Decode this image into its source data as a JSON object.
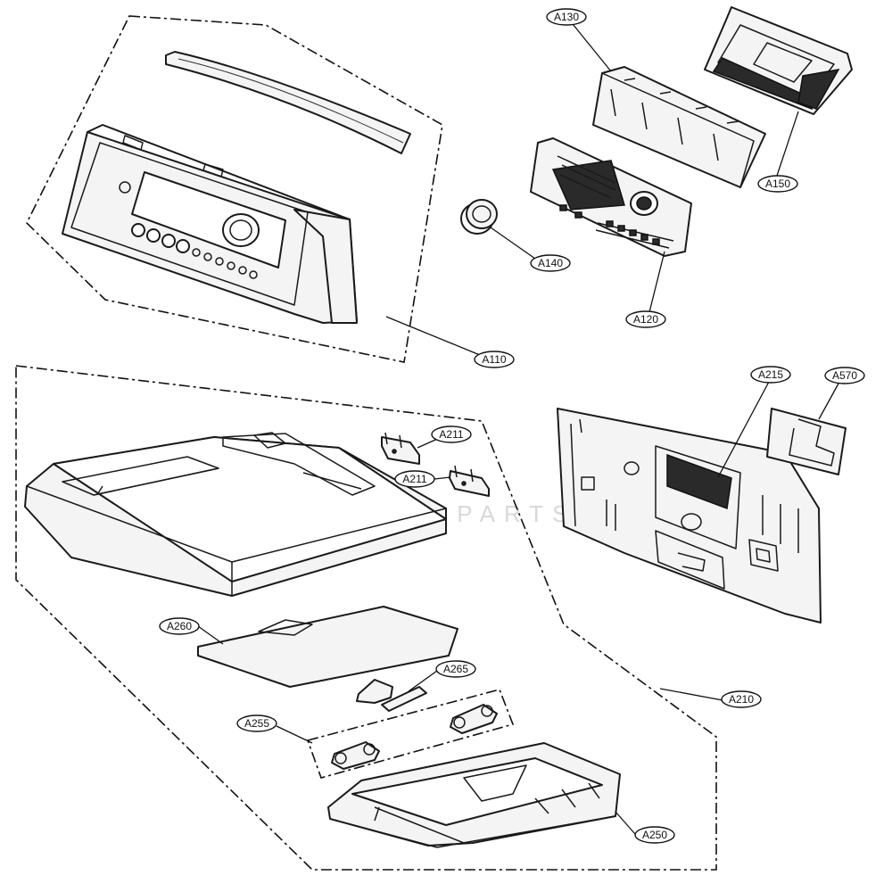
{
  "callouts": {
    "a110": "A110",
    "a120": "A120",
    "a130": "A130",
    "a140": "A140",
    "a150": "A150",
    "a210": "A210",
    "a211_top": "A211",
    "a211_bottom": "A211",
    "a215": "A215",
    "a250": "A250",
    "a255": "A255",
    "a260": "A260",
    "a265": "A265",
    "a570": "A570"
  },
  "watermark": "LEGACY PARTS"
}
